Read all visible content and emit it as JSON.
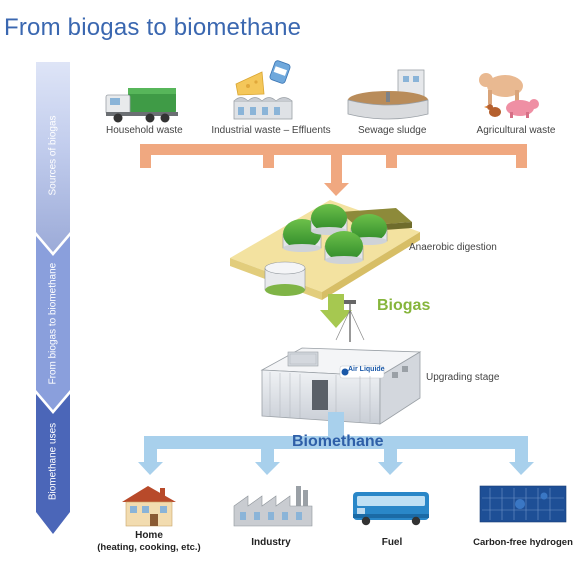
{
  "title": "From biogas to biomethane",
  "stages": {
    "sources": "Sources of biogas",
    "from_biogas": "From biogas to biomethane",
    "uses": "Biomethane uses"
  },
  "sources": [
    "Household waste",
    "Industrial waste – Effluents",
    "Sewage sludge",
    "Agricultural waste"
  ],
  "process": {
    "digestion": "Anaerobic digestion",
    "biogas": "Biogas",
    "upgrading": "Upgrading stage",
    "biomethane": "Biomethane",
    "container_brand": "Air Liquide"
  },
  "uses": {
    "home": "Home",
    "home_note": "(heating, cooking, etc.)",
    "industry": "Industry",
    "fuel": "Fuel",
    "hydrogen": "Carbon-free hydrogen"
  },
  "colors": {
    "title_blue": "#3a67b0",
    "sources_orange": "#f0a880",
    "biogas_green": "#a6c850",
    "biomethane_blue": "#a8d0ec",
    "stage_band_top": "#c3cff0",
    "stage_band_bottom": "#4b66b8"
  }
}
